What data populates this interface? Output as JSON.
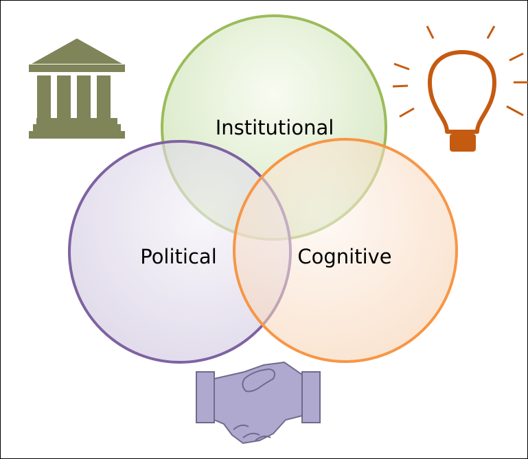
{
  "diagram": {
    "circles": [
      {
        "label": "Institutional",
        "stroke": "#9bbb59",
        "fill_light": "#f6fbef",
        "fill_dark": "#d3e5bd"
      },
      {
        "label": "Political",
        "stroke": "#7e62a1",
        "fill_light": "#f3f1f7",
        "fill_dark": "#ccc2dd"
      },
      {
        "label": "Cognitive",
        "stroke": "#f79646",
        "fill_light": "#fdf4ee",
        "fill_dark": "#f6cda9"
      }
    ],
    "icons": {
      "institution": {
        "name": "bank-building-icon",
        "color": "#7f8459"
      },
      "idea": {
        "name": "lightbulb-icon",
        "color": "#c55a11"
      },
      "cooperation": {
        "name": "handshake-icon",
        "color": "#b0a9cf",
        "outline": "#6e6a8c"
      }
    }
  }
}
